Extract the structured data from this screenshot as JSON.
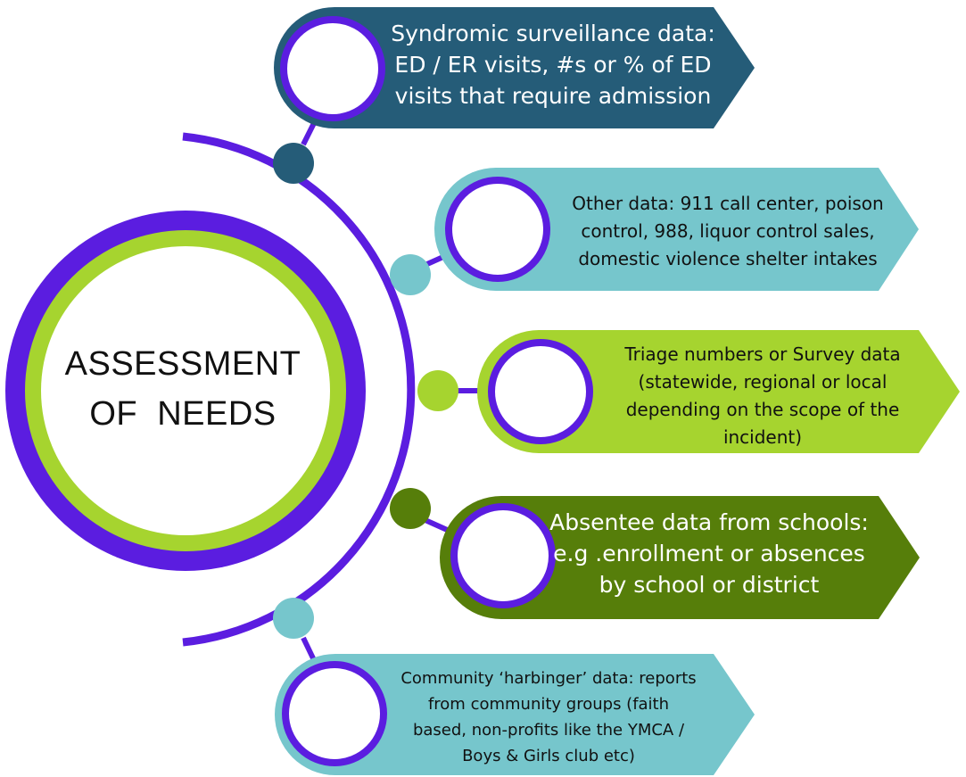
{
  "center": {
    "title_line1": "ASSESSMENT",
    "title_line2": "OF  NEEDS"
  },
  "items": [
    {
      "lines": [
        "Syndromic surveillance data:",
        "ED / ER visits, #s or % of ED",
        "visits that require admission"
      ],
      "color": "#255c78",
      "node_color": "#255c78"
    },
    {
      "lines": [
        "Other data: 911 call center, poison",
        "control, 988, liquor control sales,",
        "domestic violence shelter intakes"
      ],
      "color": "#76c6cc",
      "node_color": "#76c6cc"
    },
    {
      "lines": [
        "Triage numbers or Survey data",
        "(statewide, regional or local",
        "depending on the scope of the",
        "incident)"
      ],
      "color": "#a6d42f",
      "node_color": "#a6d42f"
    },
    {
      "lines": [
        "Absentee data from schools:",
        "e.g .enrollment or absences",
        "by school or district"
      ],
      "color": "#567e0a",
      "node_color": "#567e0a"
    },
    {
      "lines": [
        "Community ‘harbinger’ data: reports",
        "from community groups (faith",
        "based, non-profits like the YMCA /",
        "Boys & Girls club etc)"
      ],
      "color": "#76c6cc",
      "node_color": "#76c6cc"
    }
  ],
  "colors": {
    "purple": "#5b1de0",
    "lime": "#a6d42f",
    "white": "#ffffff"
  }
}
